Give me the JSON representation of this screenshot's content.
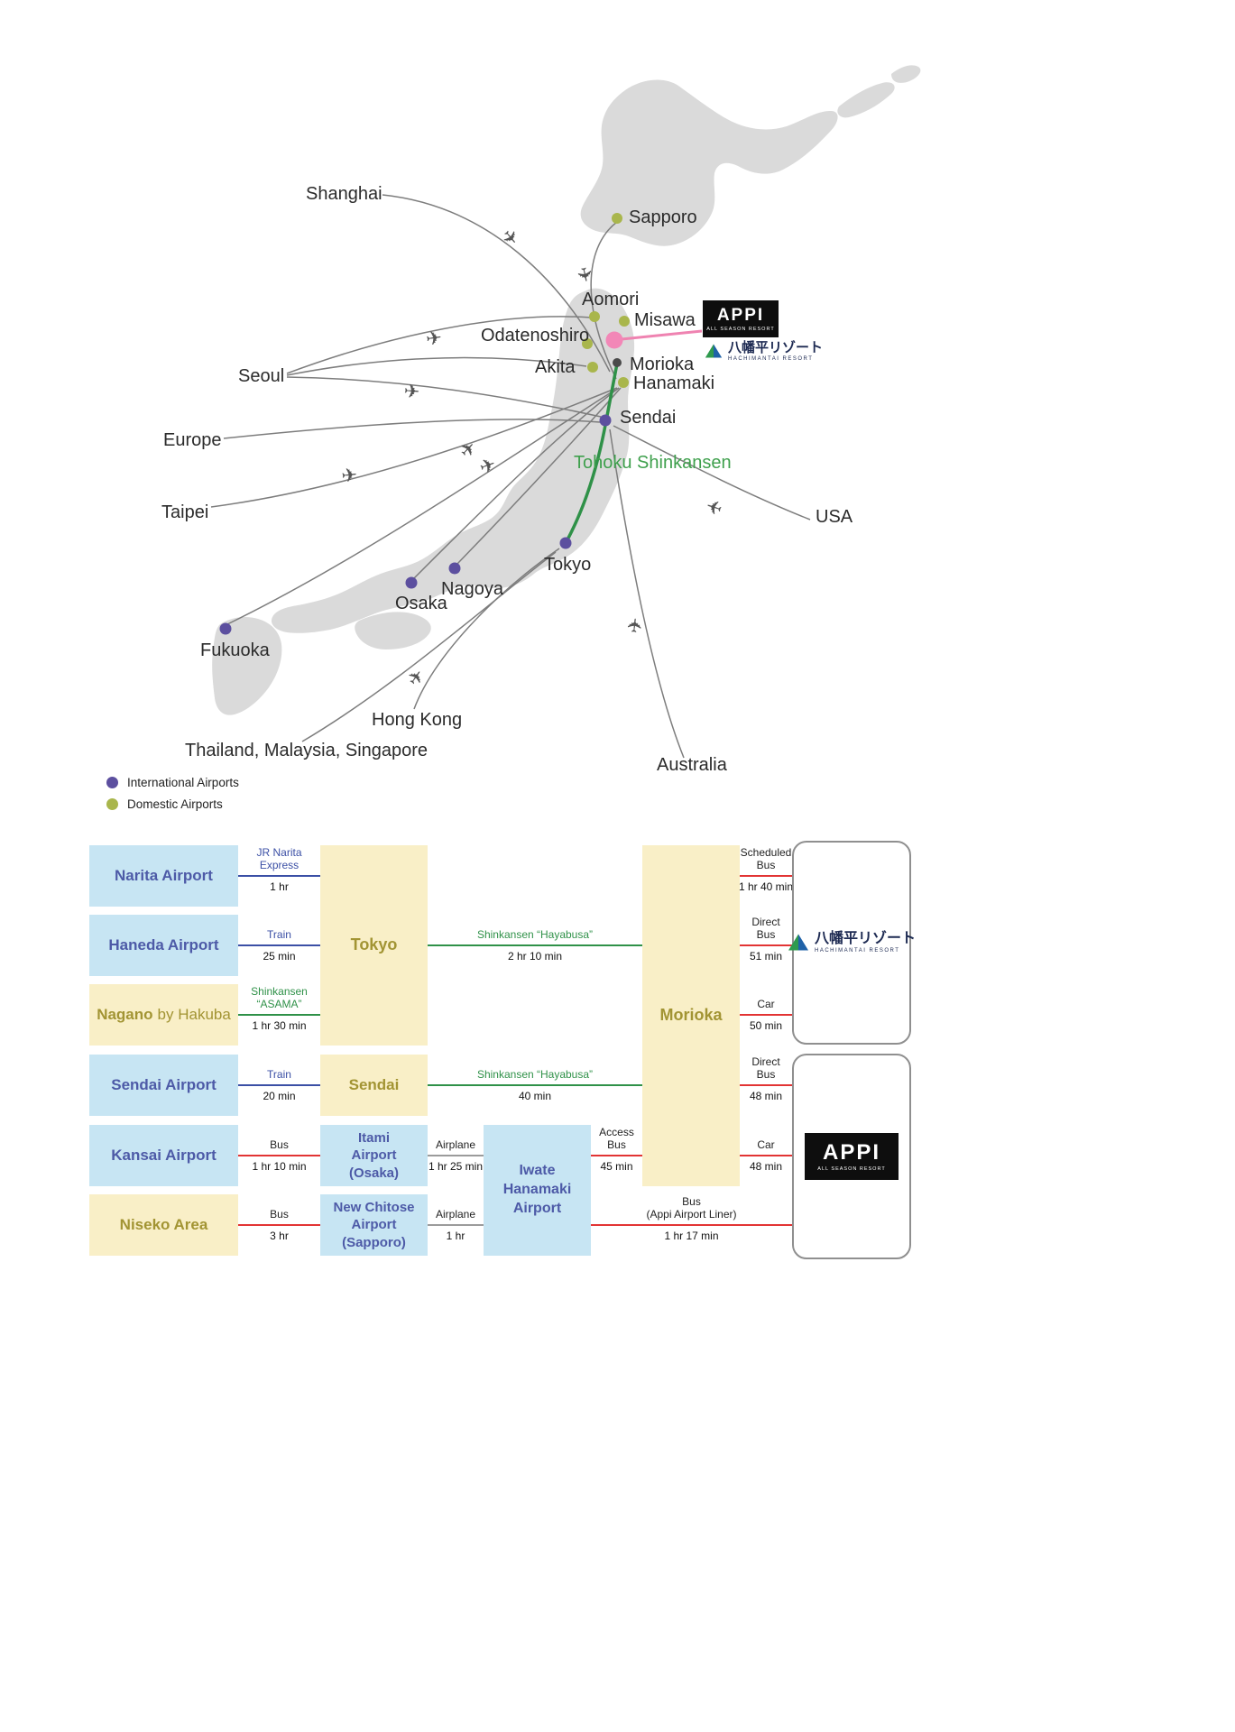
{
  "map": {
    "shinkansen_label": "Tohoku Shinkansen",
    "legend": {
      "international": "International Airports",
      "domestic": "Domestic Airports"
    },
    "cities": {
      "sapporo": "Sapporo",
      "aomori": "Aomori",
      "misawa": "Misawa",
      "odatenoshiro": "Odatenoshiro",
      "akita": "Akita",
      "morioka": "Morioka",
      "hanamaki": "Hanamaki",
      "sendai": "Sendai",
      "tokyo": "Tokyo",
      "nagoya": "Nagoya",
      "osaka": "Osaka",
      "fukuoka": "Fukuoka"
    },
    "origins": {
      "shanghai": "Shanghai",
      "seoul": "Seoul",
      "europe": "Europe",
      "taipei": "Taipei",
      "usa": "USA",
      "hongkong": "Hong Kong",
      "thailand": "Thailand, Malaysia, Singapore",
      "australia": "Australia"
    }
  },
  "logos": {
    "appi": {
      "name": "APPI",
      "sub": "ALL SEASON RESORT"
    },
    "hachimantai": {
      "jp": "八幡平リゾート",
      "en": "HACHIMANTAI RESORT"
    }
  },
  "table": {
    "nodes": {
      "narita": "Narita Airport",
      "haneda": "Haneda Airport",
      "nagano": "Nagano",
      "nagano_suffix": "by Hakuba",
      "sendai_airport": "Sendai Airport",
      "kansai": "Kansai Airport",
      "niseko": "Niseko Area",
      "tokyo": "Tokyo",
      "sendai": "Sendai",
      "itami": "Itami\nAirport\n(Osaka)",
      "new_chitose": "New Chitose\nAirport\n(Sapporo)",
      "iwate": "Iwate\nHanamaki\nAirport",
      "morioka": "Morioka"
    },
    "connectors": {
      "narita_tokyo": {
        "label": "JR Narita\nExpress",
        "time": "1 hr"
      },
      "haneda_tokyo": {
        "label": "Train",
        "time": "25 min"
      },
      "nagano_tokyo": {
        "label": "Shinkansen\n“ASAMA”",
        "time": "1 hr 30 min"
      },
      "tokyo_morioka": {
        "label": "Shinkansen “Hayabusa”",
        "time": "2 hr 10 min"
      },
      "sendaiap_sendai": {
        "label": "Train",
        "time": "20 min"
      },
      "sendai_morioka": {
        "label": "Shinkansen “Hayabusa”",
        "time": "40 min"
      },
      "kansai_itami": {
        "label": "Bus",
        "time": "1 hr 10 min"
      },
      "itami_iwate": {
        "label": "Airplane",
        "time": "1 hr 25 min"
      },
      "iwate_morioka": {
        "label": "Access\nBus",
        "time": "45 min"
      },
      "niseko_chitose": {
        "label": "Bus",
        "time": "3 hr"
      },
      "chitose_iwate": {
        "label": "Airplane",
        "time": "1 hr"
      },
      "iwate_appi": {
        "label": "Bus\n(Appi Airport Liner)",
        "time": "1 hr 17 min"
      },
      "morioka_hachi_sched": {
        "label": "Scheduled\nBus",
        "time": "1 hr 40 min"
      },
      "morioka_hachi_direct": {
        "label": "Direct\nBus",
        "time": "51 min"
      },
      "morioka_hachi_car": {
        "label": "Car",
        "time": "50 min"
      },
      "morioka_appi_direct": {
        "label": "Direct\nBus",
        "time": "48 min"
      },
      "morioka_appi_car": {
        "label": "Car",
        "time": "48 min"
      }
    }
  },
  "colors": {
    "international_dot": "#5c4f9f",
    "domestic_dot": "#a9b64c",
    "resort_dot": "#f287b7",
    "morioka_dot": "#4a4a4a",
    "shinkansen_green": "#2f9148",
    "train_blue": "#3b4fa5",
    "bus_red": "#e23434",
    "airplane_gray": "#9b9b9b",
    "airport_box_blue": "#c7e5f3",
    "city_box_yellow": "#f9efc7",
    "pink_line": "#ef83b1"
  }
}
